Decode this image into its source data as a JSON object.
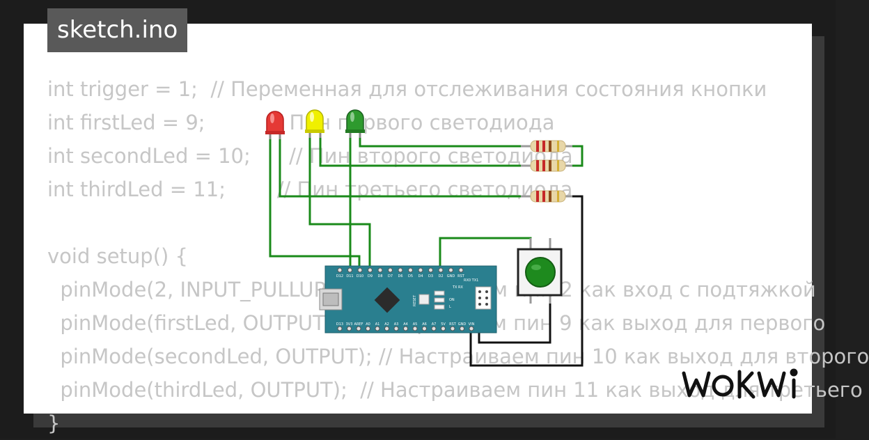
{
  "filename": "sketch.ino",
  "code_lines": [
    "int trigger = 1;  // Переменная для отслеживания состояния кнопки",
    "int firstLed = 9;          // Пин первого светодиода",
    "int secondLed = 10;      // Пин второго светодиода",
    "int thirdLed = 11;        // Пин третьего светодиода",
    "",
    "void setup() {",
    "  pinMode(2, INPUT_PULLUP); // Настраиваем пин 2 как вход с подтяжкой",
    "  pinMode(firstLed, OUTPUT); // Настраиваем пин 9 как выход для первого",
    "  pinMode(secondLed, OUTPUT); // Настраиваем пин 10 как выход для второго",
    "  pinMode(thirdLed, OUTPUT);  // Настраиваем пин 11 как выход для третьего",
    "}"
  ],
  "brand": "WOKWi",
  "board": {
    "top_pins": [
      "D12",
      "D11",
      "D10",
      "D9",
      "D8",
      "D7",
      "D6",
      "D5",
      "D4",
      "D3",
      "D2",
      "GND",
      "RST"
    ],
    "bottom_pins": [
      "D13",
      "3V3",
      "AREF",
      "A0",
      "A1",
      "A2",
      "A3",
      "A4",
      "A5",
      "A6",
      "A7",
      "5V",
      "RST",
      "GND",
      "VIN"
    ],
    "reset_label": "RESET",
    "tx_label": "TX",
    "rx_label": "RX",
    "rx0_tx1_label": "RX0 TX1",
    "on_label": "ON",
    "l_label": "L"
  },
  "leds": [
    {
      "color": "#e53935",
      "name": "red"
    },
    {
      "color": "#e8e800",
      "name": "yellow"
    },
    {
      "color": "#2e9a2e",
      "name": "green"
    }
  ],
  "colors": {
    "wire_green": "#1a8a1a",
    "wire_black": "#111111",
    "board": "#2a7f8f",
    "button": "#1e8a1e"
  }
}
